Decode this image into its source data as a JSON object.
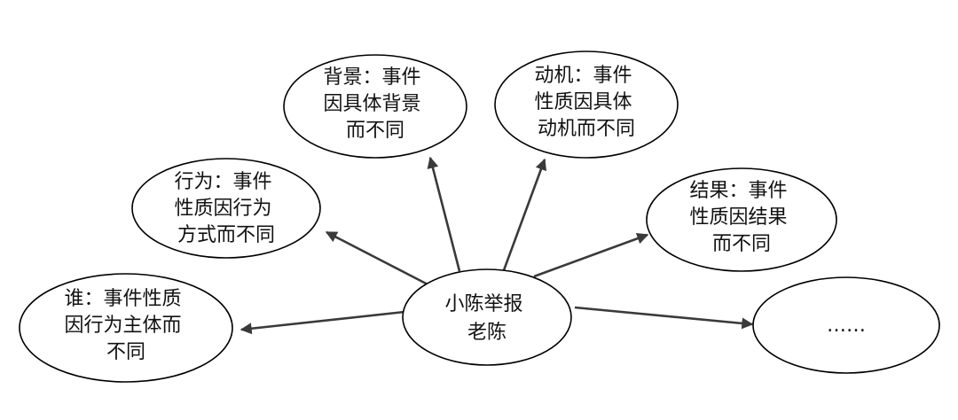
{
  "center": {
    "lines": [
      "小陈举报",
      "老陈"
    ]
  },
  "nodes": {
    "who": {
      "lines": [
        "谁：事件性质",
        "因行为主体而",
        "不同"
      ]
    },
    "behavior": {
      "lines": [
        "行为：事件",
        "性质因行为",
        "方式而不同"
      ]
    },
    "background": {
      "lines": [
        "背景：事件",
        "因具体背景",
        "而不同"
      ]
    },
    "motive": {
      "lines": [
        "动机：事件",
        "性质因具体",
        "动机而不同"
      ]
    },
    "result": {
      "lines": [
        "结果：事件",
        "性质因结果",
        "而不同"
      ]
    },
    "more": {
      "lines": [
        "……"
      ]
    }
  },
  "colors": {
    "stroke": "#000000",
    "arrow": "#3a3a3a",
    "text": "#111111",
    "background": "#ffffff"
  }
}
